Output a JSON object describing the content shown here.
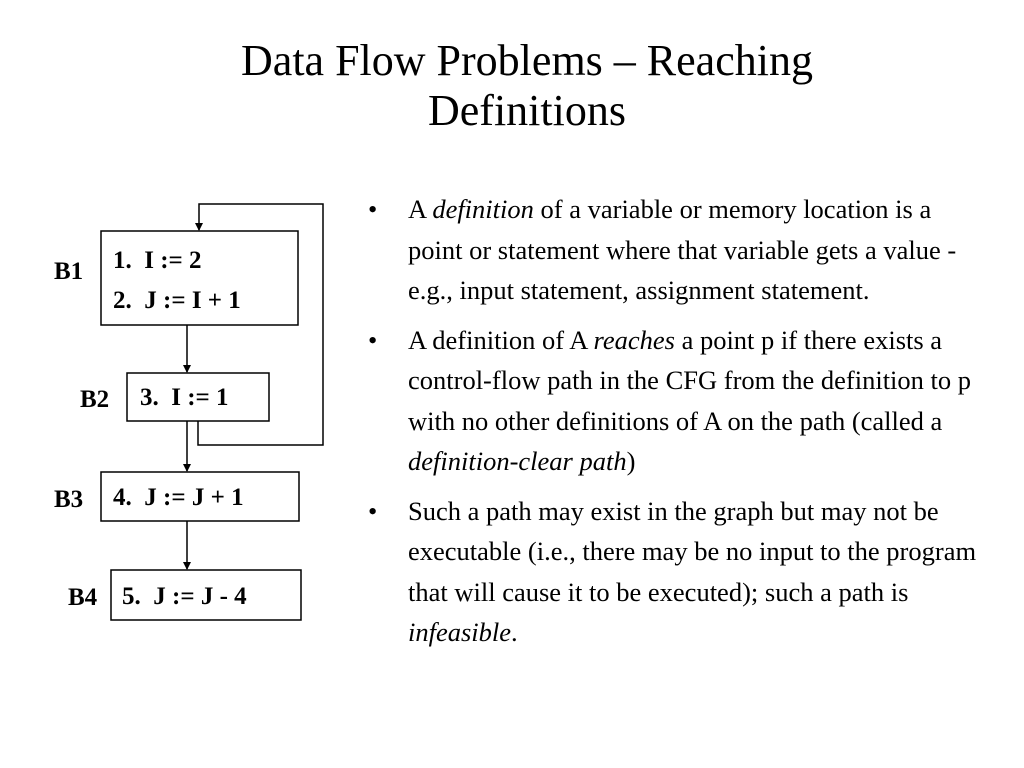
{
  "title": {
    "line1": "Data Flow Problems – Reaching",
    "line2": "Definitions"
  },
  "diagram": {
    "blocks": [
      {
        "label": "B1",
        "statements": [
          "1.  I := 2",
          "2.  J := I + 1"
        ]
      },
      {
        "label": "B2",
        "statements": [
          "3.  I := 1"
        ]
      },
      {
        "label": "B3",
        "statements": [
          "4.  J := J + 1"
        ]
      },
      {
        "label": "B4",
        "statements": [
          "5.  J := J - 4"
        ]
      }
    ]
  },
  "bullets": [
    {
      "parts": [
        {
          "text": "A ",
          "italic": false
        },
        {
          "text": "definition",
          "italic": true
        },
        {
          "text": " of a variable or memory location is a point or statement where that variable gets a value - e.g., input statement, assignment statement.",
          "italic": false
        }
      ]
    },
    {
      "parts": [
        {
          "text": "A definition of A ",
          "italic": false
        },
        {
          "text": "reaches",
          "italic": true
        },
        {
          "text": " a point p if there exists a control-flow path in the CFG from the definition to p with no other definitions of A on the path (called a ",
          "italic": false
        },
        {
          "text": "definition-clear path",
          "italic": true
        },
        {
          "text": ")",
          "italic": false
        }
      ]
    },
    {
      "parts": [
        {
          "text": "Such a path may exist in the graph but may not be executable (i.e., there may be no input to the program that will cause it to be executed); such a path is ",
          "italic": false
        },
        {
          "text": "infeasible",
          "italic": true
        },
        {
          "text": ".",
          "italic": false
        }
      ]
    }
  ]
}
